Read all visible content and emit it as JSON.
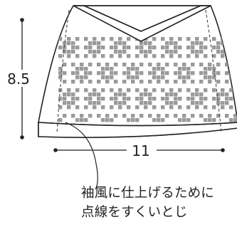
{
  "dimensions": {
    "height_label": "8.5",
    "width_label": "11"
  },
  "note": {
    "line1": "袖風に仕上げるために",
    "line2": "点線をすくいとじ"
  },
  "colors": {
    "line": "#222222",
    "motif": "#9a9a9a",
    "dashed": "#444444"
  }
}
